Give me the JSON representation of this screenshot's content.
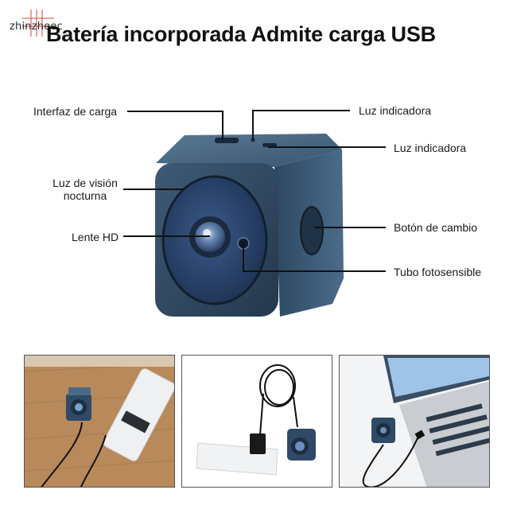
{
  "watermark": "zhinzheec",
  "title": "Batería incorporada Admite carga USB",
  "labels": {
    "charging_interface": "Interfaz de carga",
    "indicator_top": "Luz indicadora",
    "indicator_right": "Luz indicadora",
    "night_vision_line1": "Luz de visión",
    "night_vision_line2": "nocturna",
    "hd_lens": "Lente HD",
    "switch_button": "Botón de cambio",
    "photosensitive_tube": "Tubo fotosensible"
  },
  "colors": {
    "camera_body": "#3d5a74",
    "camera_face": "#23354a",
    "lens": "#4a6fa5",
    "table_wood": "#b88a5a",
    "power_bank": "#e9ecef"
  }
}
